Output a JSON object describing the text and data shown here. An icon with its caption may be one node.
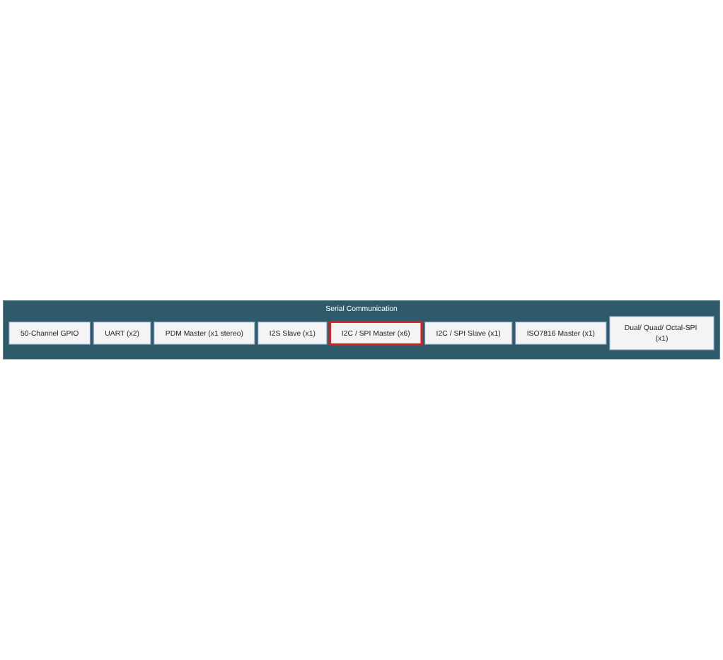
{
  "diagram": {
    "nodes": [
      {
        "text": [
          "Serial Communication"
        ]
      },
      {
        "text": [
          "50-Channel GPIO"
        ],
        "in": 0
      },
      {
        "text": [
          "UART (x2)"
        ],
        "in": 0
      },
      {
        "text": [
          "PDM Master (x1 stereo)"
        ],
        "in": 0
      },
      {
        "text": [
          "I2S Slave (x1)"
        ],
        "in": 0
      },
      {
        "text": [
          "I2C / SPI Master (x6)"
        ],
        "in": 0
      },
      {
        "text": [
          "I2C / SPI Slave (x1)"
        ],
        "in": 0
      },
      {
        "text": [
          "ISO7816 Master (x1)"
        ],
        "in": 0
      },
      {
        "text": [
          "Dual/ Quad/ Octal-SPI (x1)"
        ],
        "in": 0
      }
    ]
  }
}
